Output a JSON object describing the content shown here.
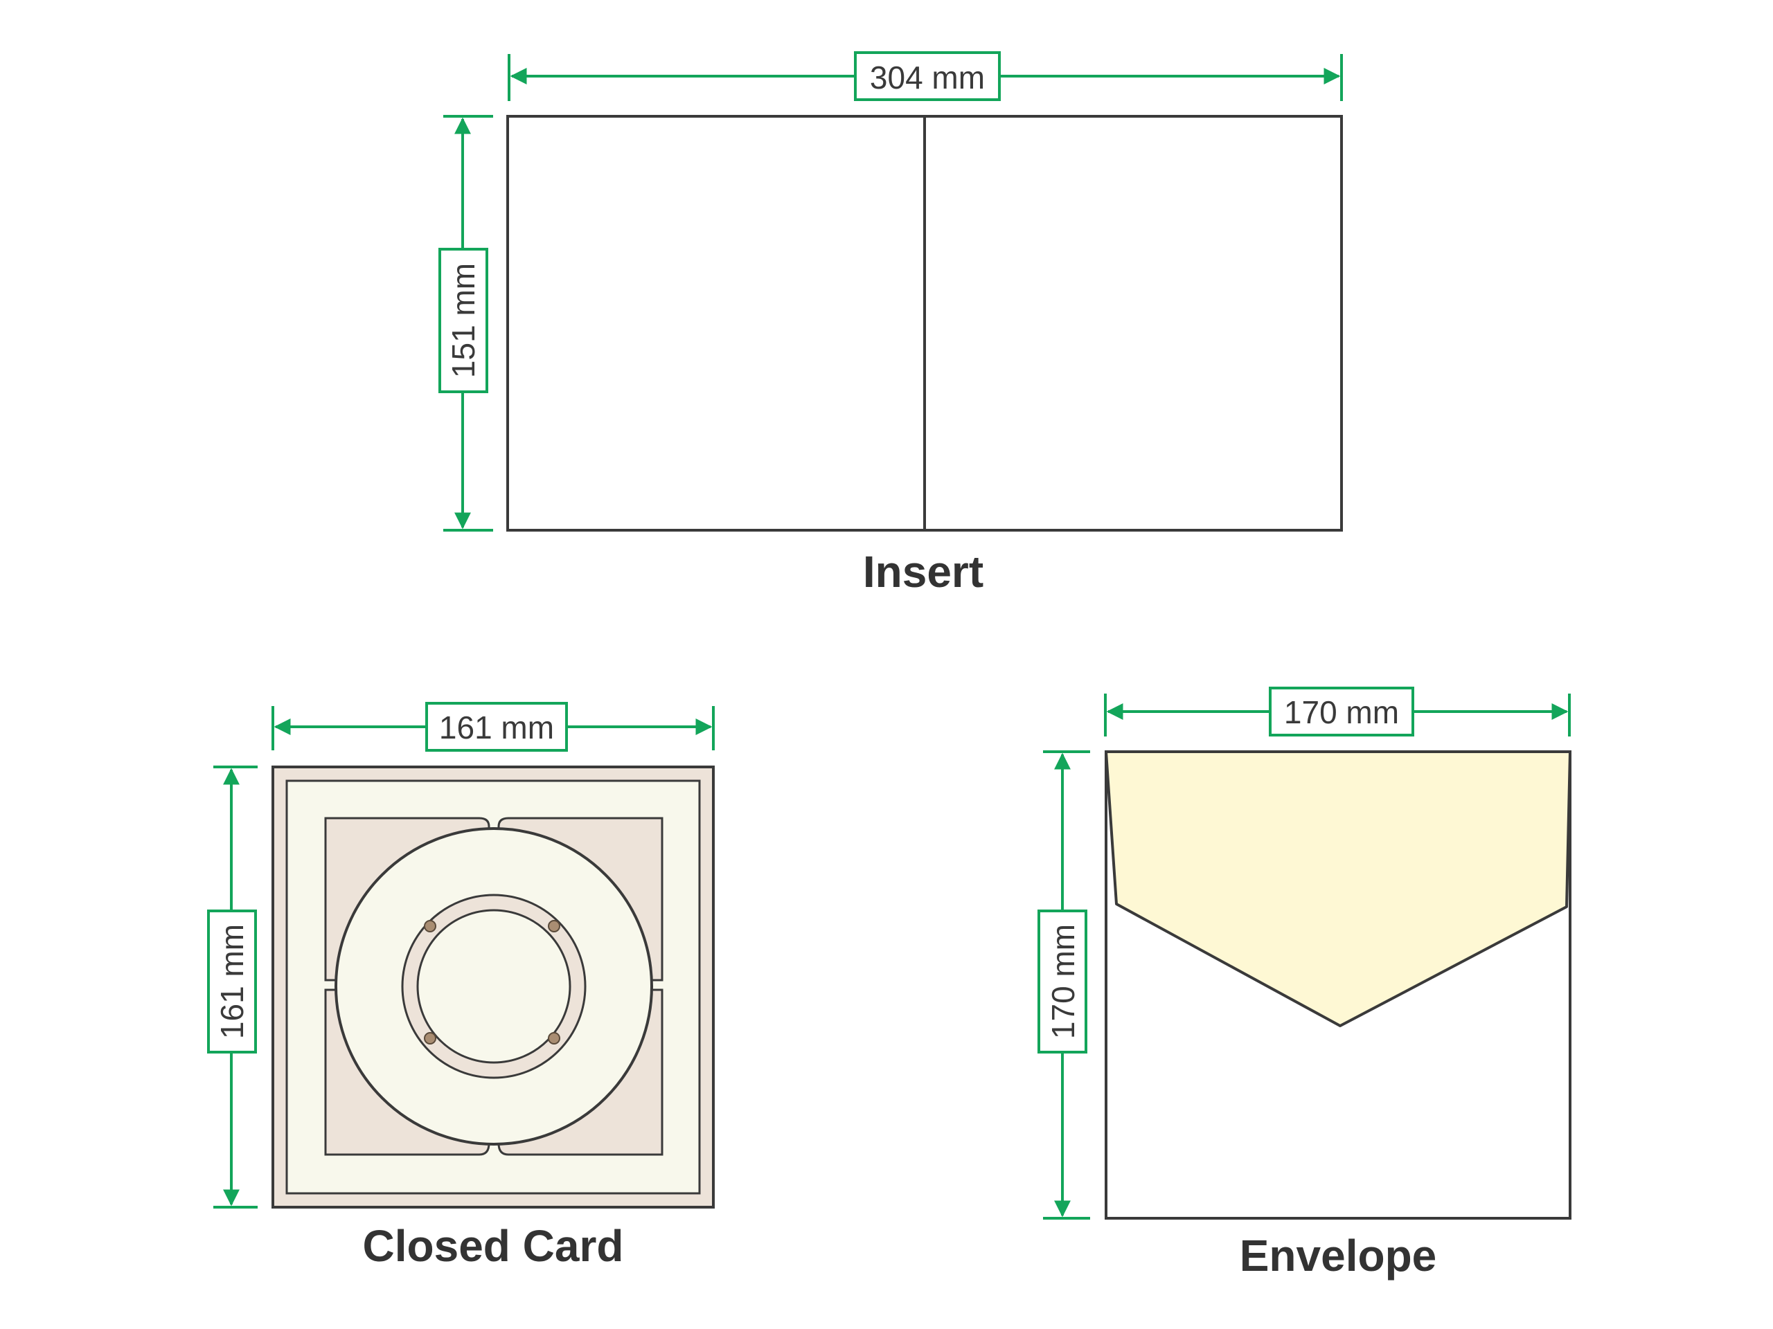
{
  "colors": {
    "dimension_green": "#13a55a",
    "outline": "#3a3a3a",
    "card_frame": "#ede3d9",
    "card_panel": "#f8f8ec",
    "envelope_flap": "#fef8d4",
    "rivet": "#a98d72"
  },
  "insert": {
    "caption": "Insert",
    "width_label": "304 mm",
    "height_label": "151 mm"
  },
  "closed_card": {
    "caption": "Closed Card",
    "width_label": "161 mm",
    "height_label": "161 mm"
  },
  "envelope": {
    "caption": "Envelope",
    "width_label": "170 mm",
    "height_label": "170 mm"
  }
}
